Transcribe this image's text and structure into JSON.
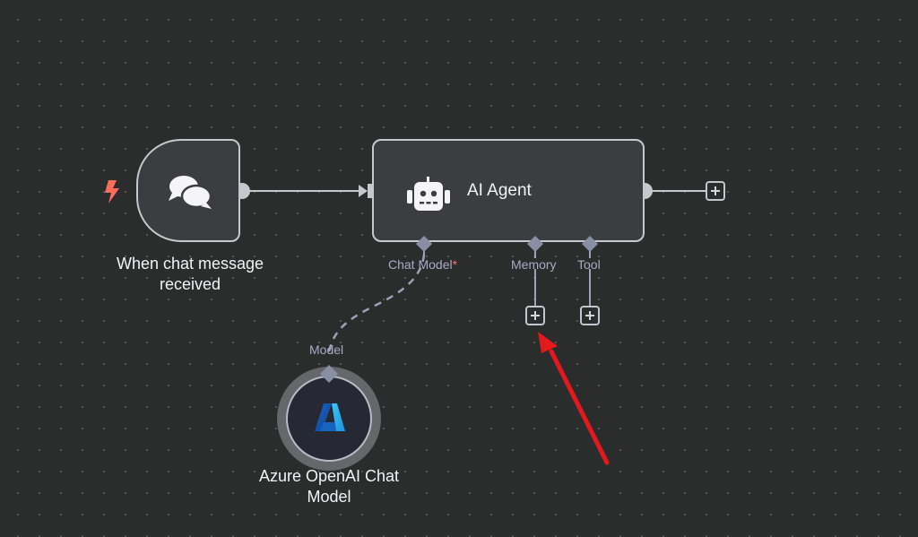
{
  "canvas": {
    "background": "#2b2c2c"
  },
  "nodes": {
    "trigger": {
      "label_line1": "When chat message",
      "label_line2": "received",
      "icon": "chat-bubbles-icon",
      "badge_icon": "lightning-bolt-icon",
      "badge_color": "#ff6d5a"
    },
    "agent": {
      "title": "AI Agent",
      "icon": "robot-icon",
      "ports": {
        "chat_model": "Chat Model",
        "chat_model_required": "*",
        "memory": "Memory",
        "tool": "Tool"
      }
    },
    "model": {
      "label_line1": "Azure OpenAI Chat",
      "label_line2": "Model",
      "port_label": "Model",
      "icon": "azure-logo-icon"
    }
  },
  "annotation": {
    "arrow_color": "#e3191e",
    "points_to": "memory-add-button"
  },
  "colors": {
    "node_border": "#c6c8ce",
    "node_fill": "#3c3d40",
    "port": "#8a8ea3",
    "port_label": "#a8abc4"
  }
}
